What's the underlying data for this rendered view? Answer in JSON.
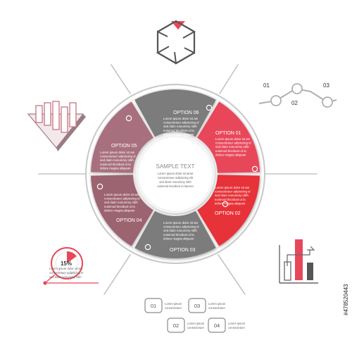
{
  "center": {
    "title": "SAMPLE TEXT",
    "lines": [
      "Lorem ipsum dolor sit amet",
      "consectetuer adipiscing elit",
      "sed diam nonummy nibh",
      "euismod tincidunt ut laoreet"
    ]
  },
  "options": [
    {
      "label": "OPTION 06",
      "color": "#7b7b7b",
      "icon": "location-pin-icon"
    },
    {
      "label": "OPTION 01",
      "color": "#e8475a",
      "icon": "car-icon"
    },
    {
      "label": "OPTION 02",
      "color": "#e63239",
      "icon": "house-icon"
    },
    {
      "label": "OPTION 03",
      "color": "#7b7b7b",
      "icon": "document-icon"
    },
    {
      "label": "OPTION 04",
      "color": "#9c6470",
      "icon": "chat-bubble-icon"
    },
    {
      "label": "OPTION 05",
      "color": "#a8707e",
      "icon": "globe-icon"
    }
  ],
  "option_text": [
    "Lorem ipsum dolor sit am",
    "consectetuer adipiscing el",
    "sed diam nonummy nibh",
    "euismod tincidunt ut la",
    "dolore magna aliquam"
  ],
  "timeline": {
    "labels": [
      "01",
      "02",
      "03"
    ]
  },
  "progress": {
    "label": "15%",
    "value": 15,
    "caption": [
      "Lorem ipsum dolor sit am",
      "consectetuer adipiscing el",
      "sed diam nonummy nibh"
    ]
  },
  "boxes": [
    {
      "num": "01",
      "text": [
        "Lorem ipsum",
        "consectetuer"
      ]
    },
    {
      "num": "03",
      "text": [
        "Lorem ipsum",
        "consectetuer"
      ]
    },
    {
      "num": "02",
      "text": [
        "Lorem ipsum",
        "consectetuer"
      ]
    },
    {
      "num": "04",
      "text": [
        "Lorem ipsum",
        "consectetuer"
      ]
    }
  ],
  "stock_id": "#478520443",
  "colors": {
    "accent_red": "#e63239",
    "accent_pink": "#e8475a",
    "mauve": "#a8707e",
    "grey": "#7b7b7b",
    "line": "#b3b3b3"
  }
}
